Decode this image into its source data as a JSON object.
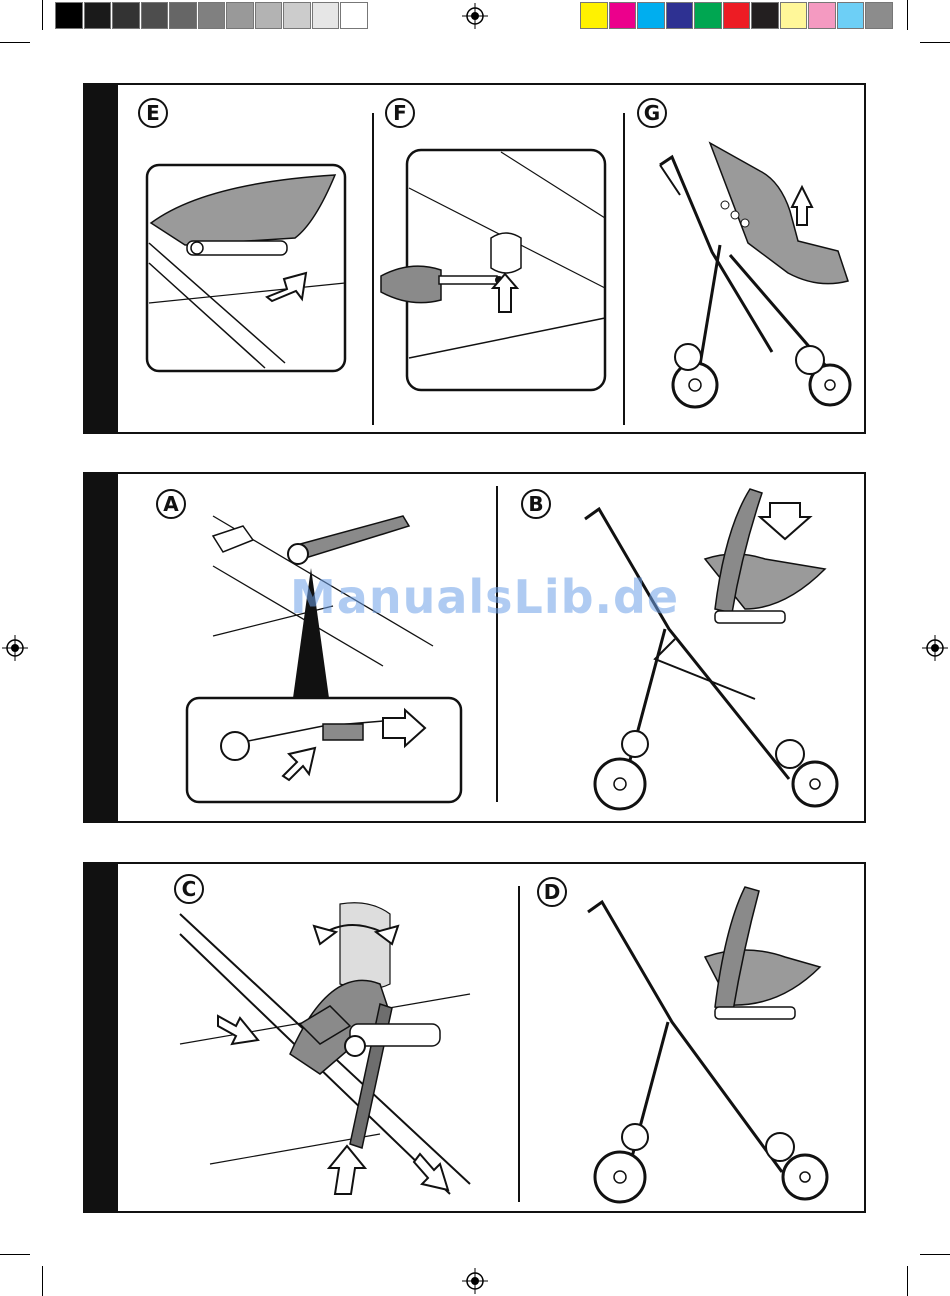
{
  "color_bar": {
    "grays": [
      "#000000",
      "#1a1a1a",
      "#333333",
      "#4d4d4d",
      "#666666",
      "#808080",
      "#999999",
      "#b3b3b3",
      "#cccccc",
      "#e6e6e6",
      "#ffffff"
    ],
    "process": [
      "#fff200",
      "#ec008c",
      "#00aeef",
      "#2e3192",
      "#00a651",
      "#ed1c24",
      "#231f20",
      "#fff799",
      "#f49ac1",
      "#6dcff6",
      "#8c8c8c"
    ]
  },
  "panels": {
    "top": {
      "steps": [
        "E",
        "F",
        "G"
      ]
    },
    "middle": {
      "steps": [
        "A",
        "B"
      ]
    },
    "bottom": {
      "steps": [
        "C",
        "D"
      ]
    }
  },
  "watermark": "ManualsLib.de",
  "colors": {
    "ink": "#111111",
    "seat": "#9a9a9a",
    "seat_dark": "#6e6e6e",
    "watermark": "#6fa2e8"
  }
}
